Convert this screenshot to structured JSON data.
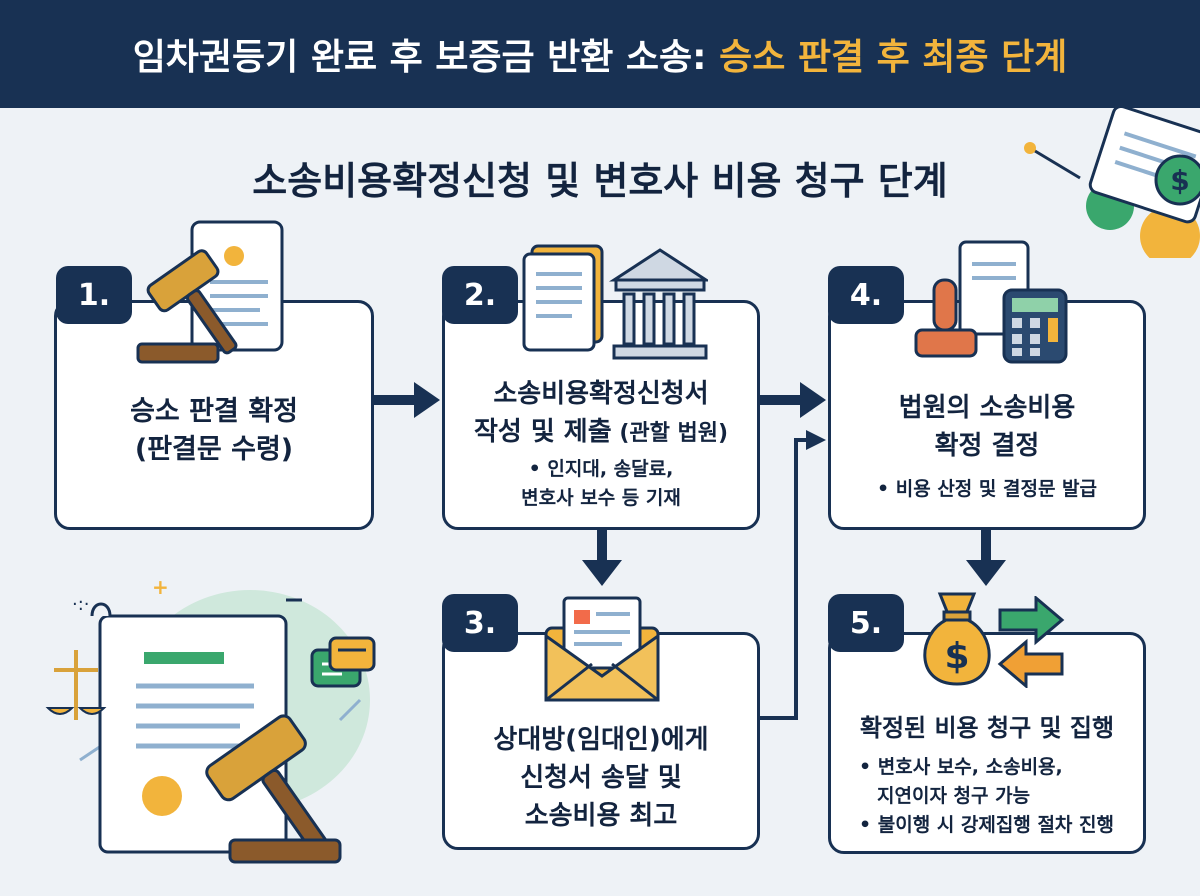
{
  "header": {
    "title_main": "임차권등기 완료 후 보증금 반환 소송: ",
    "title_accent": "승소 판결 후 최종 단계"
  },
  "subtitle": "소송비용확정신청 및 변호사 비용 청구 단계",
  "steps": [
    {
      "num": "1.",
      "title_line1": "승소 판결 확정",
      "title_line2": "(판결문 수령)"
    },
    {
      "num": "2.",
      "title_line1": "소송비용확정신청서",
      "title_line2": "작성 및 제출",
      "title_line2_small": " (관할 법원)",
      "bullet_line1": "• 인지대, 송달료,",
      "bullet_line2": "변호사 보수 등 기재"
    },
    {
      "num": "3.",
      "title_line1": "상대방(임대인)에게",
      "title_line2": "신청서 송달 및",
      "title_line3": "소송비용 최고"
    },
    {
      "num": "4.",
      "title_line1": "법원의 소송비용",
      "title_line2": "확정 결정",
      "bullet_line1": "• 비용 산정 및 결정문 발급"
    },
    {
      "num": "5.",
      "title_line1": "확정된 비용 청구 및 집행",
      "bullet_line1": "• 변호사 보수, 소송비용,",
      "bullet_line2": "지연이자 청구 가능",
      "bullet_line3": "• 불이행 시 강제집행 절차 진행"
    }
  ],
  "icons": {
    "dollar_symbol": "$"
  },
  "colors": {
    "navy": "#183153",
    "accent_yellow": "#f2b43c",
    "green": "#3aa76d",
    "orange": "#f0a035"
  }
}
